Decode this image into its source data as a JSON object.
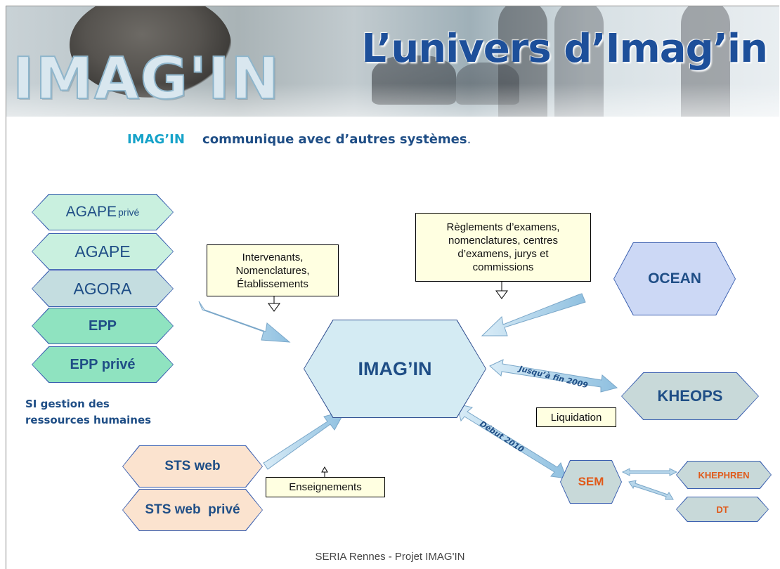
{
  "banner": {
    "logo_text": "IMAG'IN",
    "title": "L’univers d’Imag’in"
  },
  "subtitle": {
    "brand": "IMAG’IN",
    "text": "communique  avec d’autres systèmes",
    "end": "."
  },
  "hr_group": {
    "label_line1": "SI gestion des",
    "label_line2": "ressources humaines",
    "items": [
      {
        "main": "AGAPE",
        "suffix": " privé",
        "color": "#c9f0df"
      },
      {
        "main": "AGAPE",
        "suffix": "",
        "color": "#c9f0df"
      },
      {
        "main": "AGORA",
        "suffix": "",
        "color": "#c4dde0"
      },
      {
        "main": "EPP",
        "suffix": "",
        "color": "#8fe3c0"
      },
      {
        "main": "EPP privé",
        "suffix": "",
        "color": "#8fe3c0"
      }
    ]
  },
  "center": {
    "label": "IMAG’IN",
    "color": "#d4ebf3"
  },
  "notes": {
    "intervenants": [
      "Intervenants,",
      "Nomenclatures,",
      "Établissements"
    ],
    "reglements": [
      "Règlements d’examens,",
      "nomenclatures, centres",
      "d’examens, jurys et",
      "commissions"
    ],
    "liquidation": "Liquidation",
    "enseignements": "Enseignements"
  },
  "systems": {
    "ocean": {
      "label": "OCEAN",
      "color": "#ccd8f5"
    },
    "kheops": {
      "label": "KHEOPS",
      "color": "#c8d9d9"
    },
    "sem": {
      "label": "SEM",
      "color": "#c8d9d9"
    },
    "khephren": {
      "label": "KHEPHREN",
      "color": "#c8d9d9"
    },
    "dt": {
      "label": "DT",
      "color": "#c8d9d9"
    },
    "sts_web": {
      "label": "STS web",
      "color": "#fbe3cf"
    },
    "sts_web_prive": {
      "label": "STS web  privé",
      "color": "#fbe3cf"
    }
  },
  "arrow_labels": {
    "kheops": "Jusqu’à fin 2009",
    "sem": "Début 2010"
  },
  "footer": "SERIA Rennes - Projet IMAG'IN",
  "colors": {
    "title": "#1d4f9a",
    "brand": "#17a3c9",
    "accent_orange": "#e05a1a",
    "arrow": "#a9cde6"
  }
}
